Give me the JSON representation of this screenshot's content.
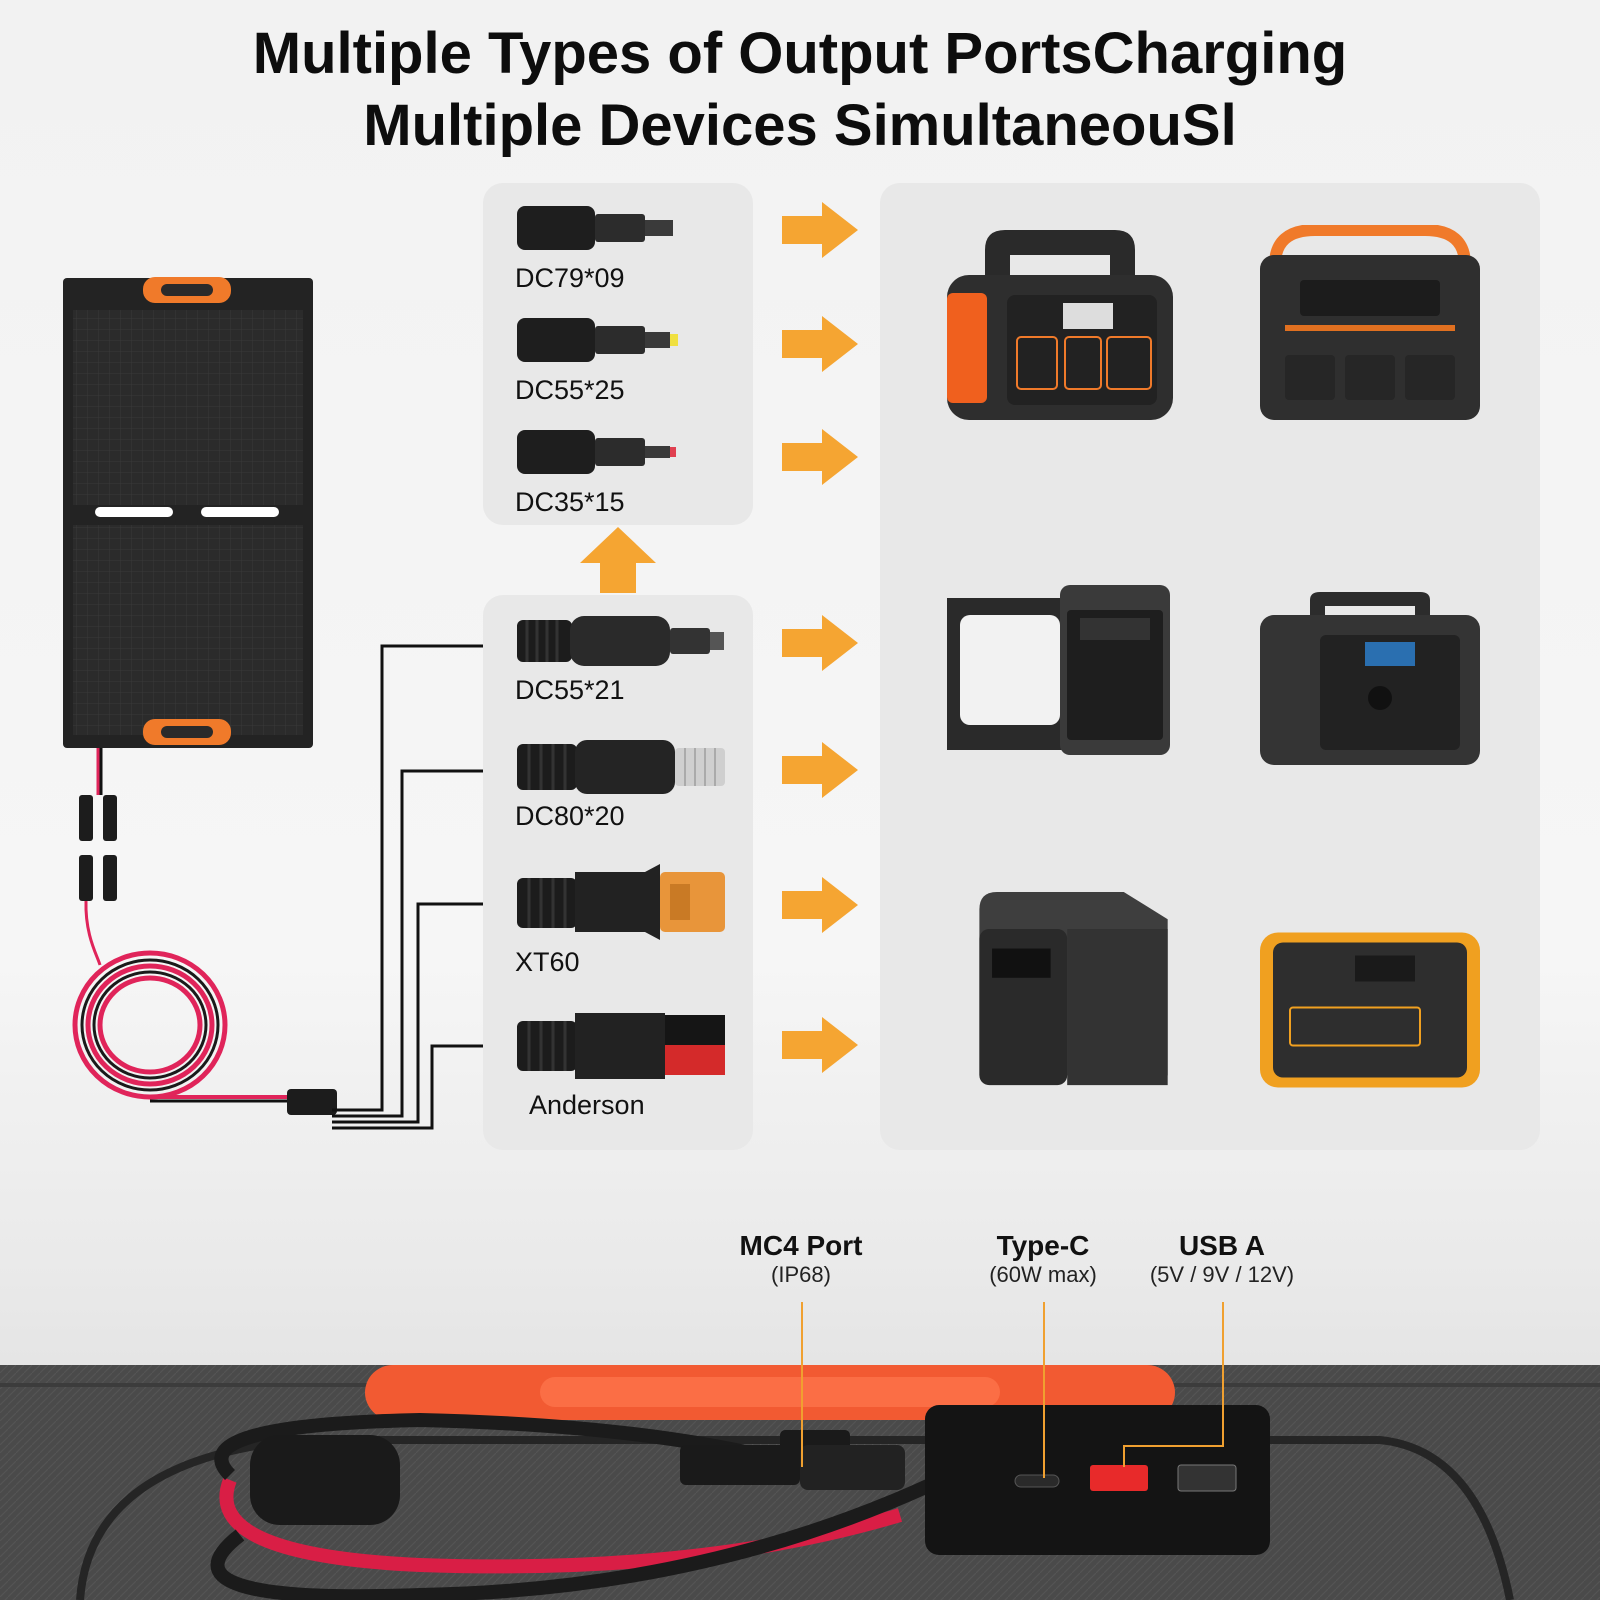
{
  "headline": {
    "line1": "Multiple Types of Output PortsCharging",
    "line2": "Multiple Devices SimultaneouSl"
  },
  "connectors_top": [
    {
      "label": "DC79*09",
      "icon": "dc-plug-icon"
    },
    {
      "label": "DC55*25",
      "icon": "dc-plug-icon"
    },
    {
      "label": "DC35*15",
      "icon": "dc-plug-icon"
    }
  ],
  "connectors_bottom": [
    {
      "label": "DC55*21",
      "icon": "dc-plug-icon"
    },
    {
      "label": "DC80*20",
      "icon": "xlr-plug-icon"
    },
    {
      "label": "XT60",
      "icon": "xt60-plug-icon"
    },
    {
      "label": "Anderson",
      "icon": "anderson-plug-icon"
    }
  ],
  "stations": [
    {
      "icon": "power-station-orange-icon"
    },
    {
      "icon": "power-station-handle-icon"
    },
    {
      "icon": "power-station-frame-icon"
    },
    {
      "icon": "power-station-black-icon"
    },
    {
      "icon": "power-station-tower-icon"
    },
    {
      "icon": "power-station-yellow-icon"
    }
  ],
  "callouts": [
    {
      "label": "MC4 Port",
      "sub": "(IP68)"
    },
    {
      "label": "Type-C",
      "sub": "(60W max)"
    },
    {
      "label": "USB A",
      "sub": "(5V / 9V / 12V)"
    }
  ],
  "colors": {
    "accent_orange": "#f5a532",
    "panel_orange": "#f07a2a",
    "card_bg": "#e8e8e8",
    "cable_red": "#e0245a"
  }
}
